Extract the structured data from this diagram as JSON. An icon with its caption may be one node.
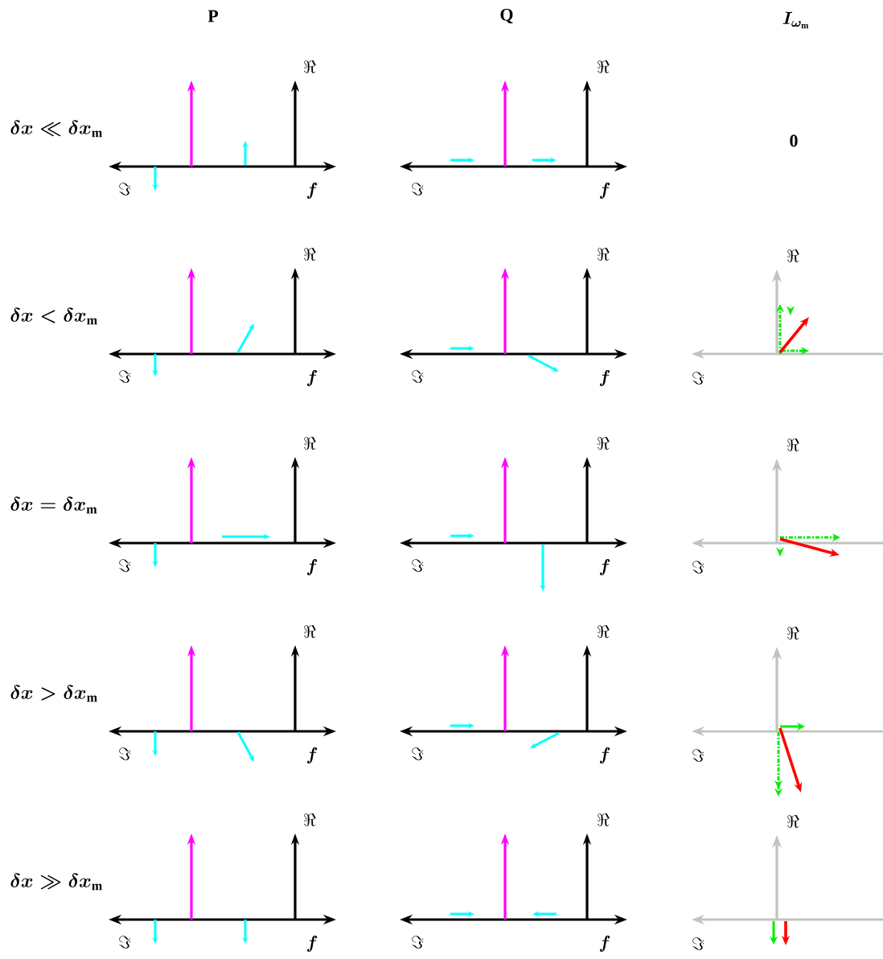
{
  "diagram": {
    "labels": [
      "\\mathbf{P}",
      "\\mathbf{Q}",
      "\\boldsymbol{I_{\\omega_{\\mathrm{m}}}}",
      "\\Re",
      "\\Re",
      "\\boldsymbol{\\delta x \\ll \\delta x_{\\mathrm{m}}}",
      "\\mathbf{0}",
      "\\Im",
      "\\boldsymbol{f}",
      "\\Im",
      "\\boldsymbol{f}",
      "\\Re",
      "\\Re",
      "\\Re",
      "\\boldsymbol{\\delta x < \\delta x_{\\mathrm{m}}}",
      "\\Im",
      "\\boldsymbol{f}",
      "\\Im",
      "\\boldsymbol{f}",
      "\\Im",
      "\\Re",
      "\\Re",
      "\\Re",
      "\\boldsymbol{\\delta x = \\delta x_{\\mathrm{m}}}",
      "\\Im",
      "\\boldsymbol{f}",
      "\\Im",
      "\\boldsymbol{f}",
      "\\Im",
      "\\Re",
      "\\Re",
      "\\Re",
      "\\boldsymbol{\\delta x > \\delta x_{\\mathrm{m}}}",
      "\\Im",
      "\\boldsymbol{f}",
      "\\Im",
      "\\boldsymbol{f}",
      "\\Im",
      "\\Re",
      "\\Re",
      "\\Re",
      "\\boldsymbol{\\delta x \\gg \\delta x_{\\mathrm{m}}}",
      "\\Im",
      "\\boldsymbol{f}",
      "\\Im",
      "\\boldsymbol{f}",
      "\\Im"
    ]
  }
}
